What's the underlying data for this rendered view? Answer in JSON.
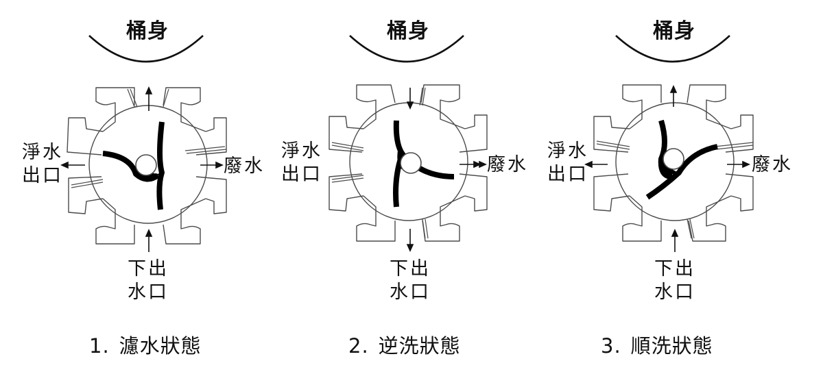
{
  "panels": [
    {
      "tank": "桶身",
      "clean_out": [
        "淨水",
        "出口"
      ],
      "waste": "廢水",
      "bottom": [
        "下出",
        "水口"
      ],
      "caption_number": "1.",
      "caption_text": "濾水狀態"
    },
    {
      "tank": "桶身",
      "clean_out": [
        "淨水",
        "出口"
      ],
      "waste": "廢水",
      "bottom": [
        "下出",
        "水口"
      ],
      "caption_number": "2.",
      "caption_text": "逆洗狀態"
    },
    {
      "tank": "桶身",
      "clean_out": [
        "淨水",
        "出口"
      ],
      "waste": "廢水",
      "bottom": [
        "下出",
        "水口"
      ],
      "caption_number": "3.",
      "caption_text": "順洗狀態"
    }
  ],
  "colors": {
    "line": "#4a4a4a",
    "rotor": "#000000",
    "text": "#111111"
  }
}
